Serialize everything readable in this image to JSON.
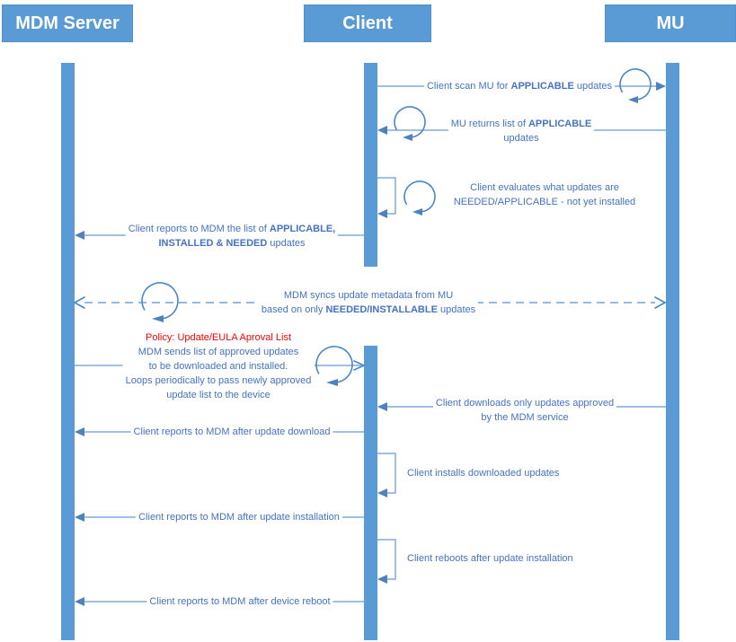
{
  "colors": {
    "participant_fill": "#5B9BD5",
    "message_line": "#7FACDC",
    "arrowhead": "#4E81BD",
    "loop_icon": "#4A86C5",
    "message_text": "#4472C4",
    "policy_text": "#FF0000",
    "participant_text": "#FFFFFF"
  },
  "participants": [
    {
      "id": "mdm-server",
      "label": "MDM Server"
    },
    {
      "id": "client",
      "label": "Client"
    },
    {
      "id": "mu",
      "label": "MU"
    }
  ],
  "messages": [
    {
      "from": "client",
      "to": "mu",
      "style": "solid",
      "loop_icon": true,
      "lines": [
        [
          {
            "t": "Client scan MU for "
          },
          {
            "t": "APPLICABLE",
            "b": true
          },
          {
            "t": " updates"
          }
        ]
      ]
    },
    {
      "from": "mu",
      "to": "client",
      "style": "solid",
      "loop_icon": true,
      "lines": [
        [
          {
            "t": "MU returns list of "
          },
          {
            "t": "APPLICABLE",
            "b": true
          }
        ],
        [
          {
            "t": "updates"
          }
        ]
      ]
    },
    {
      "from": "client",
      "to": "client",
      "style": "self",
      "loop_icon": true,
      "lines": [
        [
          {
            "t": "Client evaluates what updates are"
          }
        ],
        [
          {
            "t": "NEEDED/APPLICABLE - not yet installed"
          }
        ]
      ]
    },
    {
      "from": "client",
      "to": "mdm-server",
      "style": "solid",
      "loop_icon": false,
      "lines": [
        [
          {
            "t": "Client reports to MDM the list of "
          },
          {
            "t": "APPLICABLE,",
            "b": true
          }
        ],
        [
          {
            "t": "INSTALLED & NEEDED",
            "b": true
          },
          {
            "t": " updates"
          }
        ]
      ]
    },
    {
      "from": "mdm-server",
      "to": "mu",
      "style": "dashed-bidirectional",
      "loop_icon": true,
      "lines": [
        [
          {
            "t": "MDM syncs update metadata from MU"
          }
        ],
        [
          {
            "t": "based on only "
          },
          {
            "t": "NEEDED/INSTALLABLE",
            "b": true
          },
          {
            "t": " updates"
          }
        ]
      ]
    },
    {
      "from": "mdm-server",
      "to": "client",
      "style": "solid",
      "loop_icon": true,
      "lines": [
        [
          {
            "t": "Policy: Update/EULA Aproval List",
            "red": true
          }
        ],
        [
          {
            "t": "MDM sends list of approved updates"
          }
        ],
        [
          {
            "t": "to be downloaded and installed."
          }
        ],
        [
          {
            "t": "Loops periodically to pass newly approved"
          }
        ],
        [
          {
            "t": "update list to the device"
          }
        ]
      ]
    },
    {
      "from": "mu",
      "to": "client",
      "style": "solid",
      "loop_icon": false,
      "lines": [
        [
          {
            "t": "Client downloads only updates approved"
          }
        ],
        [
          {
            "t": "by the MDM service"
          }
        ]
      ]
    },
    {
      "from": "client",
      "to": "mdm-server",
      "style": "solid",
      "loop_icon": false,
      "lines": [
        [
          {
            "t": "Client reports to MDM after update download"
          }
        ]
      ]
    },
    {
      "from": "client",
      "to": "client",
      "style": "self",
      "loop_icon": false,
      "lines": [
        [
          {
            "t": "Client installs downloaded updates"
          }
        ]
      ]
    },
    {
      "from": "client",
      "to": "mdm-server",
      "style": "solid",
      "loop_icon": false,
      "lines": [
        [
          {
            "t": "Client reports to MDM after update installation"
          }
        ]
      ]
    },
    {
      "from": "client",
      "to": "client",
      "style": "self",
      "loop_icon": false,
      "lines": [
        [
          {
            "t": "Client reboots after update installation"
          }
        ]
      ]
    },
    {
      "from": "client",
      "to": "mdm-server",
      "style": "solid",
      "loop_icon": false,
      "lines": [
        [
          {
            "t": "Client reports to MDM after device reboot"
          }
        ]
      ]
    }
  ]
}
